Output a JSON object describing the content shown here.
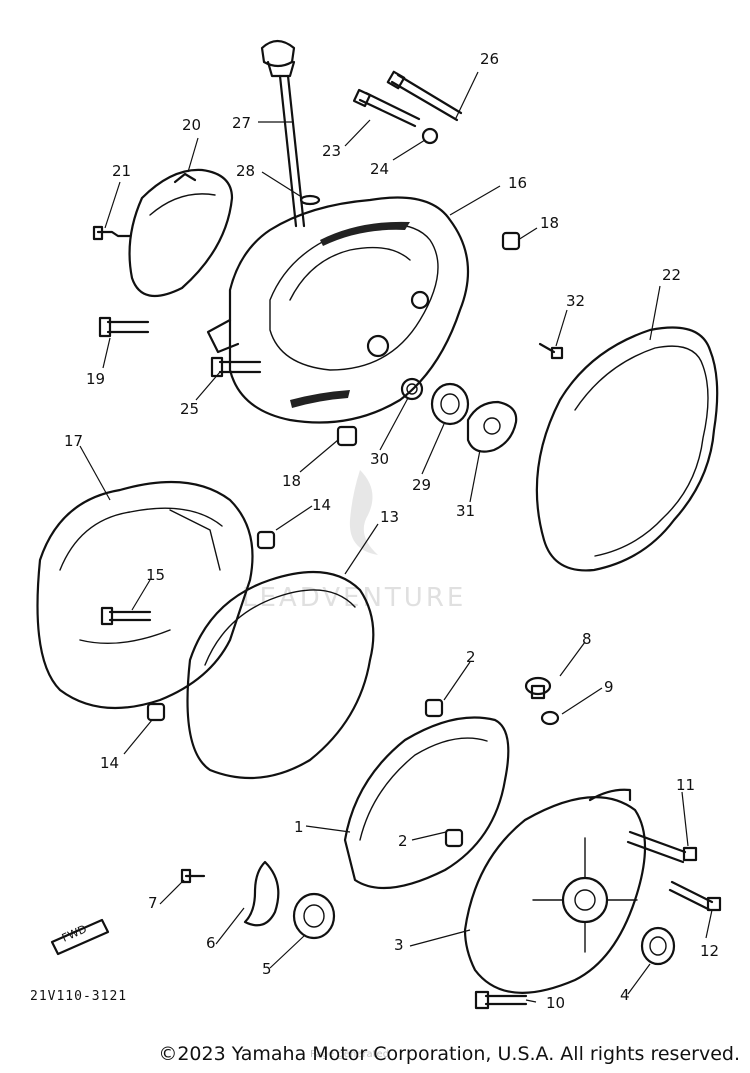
{
  "watermark": "LEADVENTURE",
  "reference_code": "21V110-3121",
  "copyright": "©2023 Yamaha Motor Corporation, U.S.A. All rights reserved.",
  "sub_note": "Page generated",
  "direction_label": "FWD",
  "callouts": [
    {
      "num": "26"
    },
    {
      "num": "27"
    },
    {
      "num": "20"
    },
    {
      "num": "23"
    },
    {
      "num": "24"
    },
    {
      "num": "28"
    },
    {
      "num": "21"
    },
    {
      "num": "16"
    },
    {
      "num": "18"
    },
    {
      "num": "22"
    },
    {
      "num": "32"
    },
    {
      "num": "19"
    },
    {
      "num": "25"
    },
    {
      "num": "30"
    },
    {
      "num": "29"
    },
    {
      "num": "31"
    },
    {
      "num": "18"
    },
    {
      "num": "17"
    },
    {
      "num": "14"
    },
    {
      "num": "13"
    },
    {
      "num": "15"
    },
    {
      "num": "14"
    },
    {
      "num": "2"
    },
    {
      "num": "8"
    },
    {
      "num": "9"
    },
    {
      "num": "11"
    },
    {
      "num": "1"
    },
    {
      "num": "2"
    },
    {
      "num": "7"
    },
    {
      "num": "6"
    },
    {
      "num": "3"
    },
    {
      "num": "12"
    },
    {
      "num": "5"
    },
    {
      "num": "4"
    },
    {
      "num": "10"
    }
  ]
}
